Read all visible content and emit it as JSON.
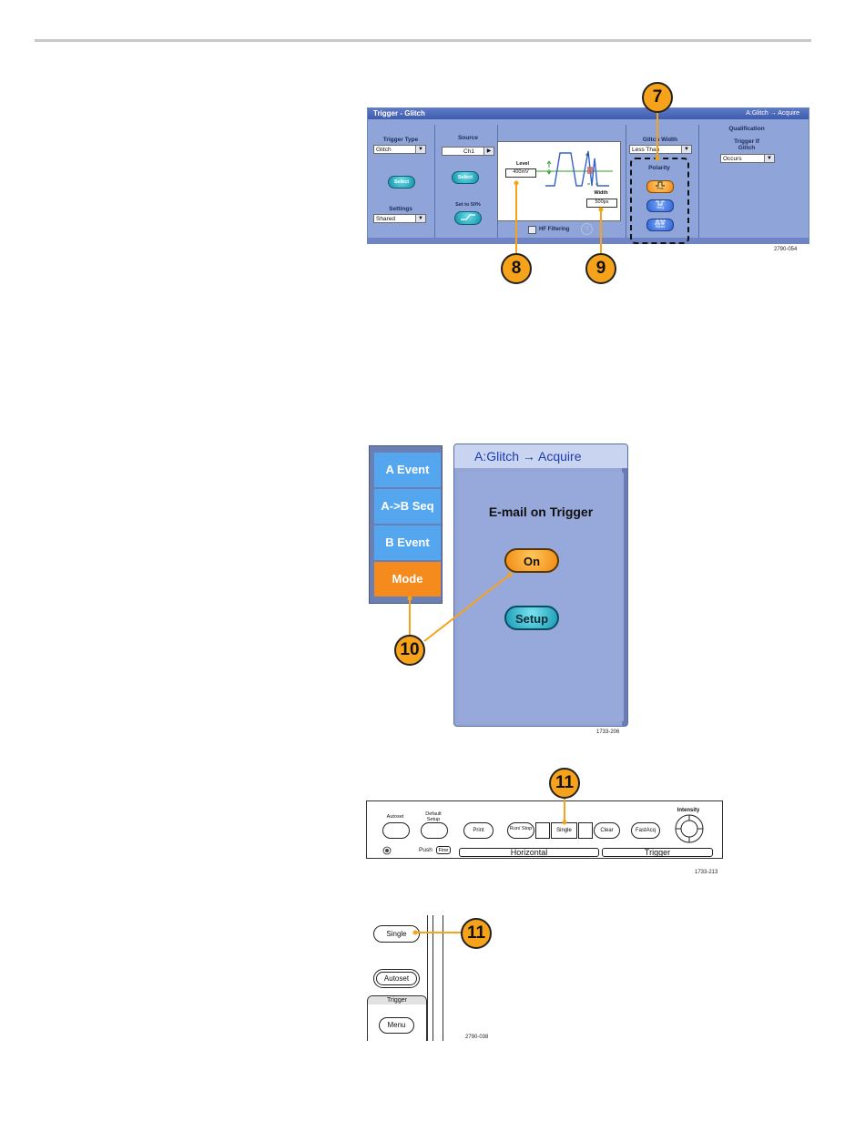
{
  "trigger_panel": {
    "title": "Trigger - Glitch",
    "sequence": "A:Glitch → Acquire",
    "trigger_type_label": "Trigger Type",
    "trigger_type_value": "Glitch",
    "select_label": "Select",
    "settings_label": "Settings",
    "settings_value": "Shared",
    "source_label": "Source",
    "source_value": "Ch1",
    "source_select_label": "Select",
    "set50_label": "Set to 50%",
    "level_label": "Level",
    "level_value": "400mV",
    "width_label": "Width",
    "width_value": "500ps",
    "hf_filtering_label": "HF Filtering",
    "glitch_width_label": "Glitch Width",
    "glitch_width_value": "Less Than",
    "polarity_label": "Polarity",
    "polarity_options": [
      "Pos",
      "Neg",
      "Either"
    ],
    "qualification_label": "Qualification",
    "trigger_if_label": "Trigger If",
    "glitch_label": "Glitch",
    "trigger_if_value": "Occurs",
    "figure_number": "2790-054"
  },
  "callouts": {
    "c7": "7",
    "c8": "8",
    "c9": "9",
    "c10": "10",
    "c11a": "11",
    "c11b": "11"
  },
  "mode_menu": {
    "side_buttons": [
      "A Event",
      "A->B Seq",
      "B Event",
      "Mode"
    ],
    "header": "A:Glitch → Acquire",
    "email_label": "E-mail on Trigger",
    "on_label": "On",
    "setup_label": "Setup",
    "figure_number": "1733-206"
  },
  "front_panel": {
    "autoset": "Autoset",
    "default_setup": "Default Setup",
    "print": "Print",
    "run_stop": "Run/ Stop",
    "single": "Single",
    "clear": "Clear",
    "fastacq": "FastAcq",
    "intensity": "Intensity",
    "push": "Push",
    "fine": "Fine",
    "horizontal": "Horizontal",
    "trigger": "Trigger",
    "figure_number": "1733-213"
  },
  "side_column": {
    "single": "Single",
    "autoset": "Autoset",
    "trigger_tab": "Trigger",
    "menu": "Menu",
    "figure_number": "2790-038"
  }
}
